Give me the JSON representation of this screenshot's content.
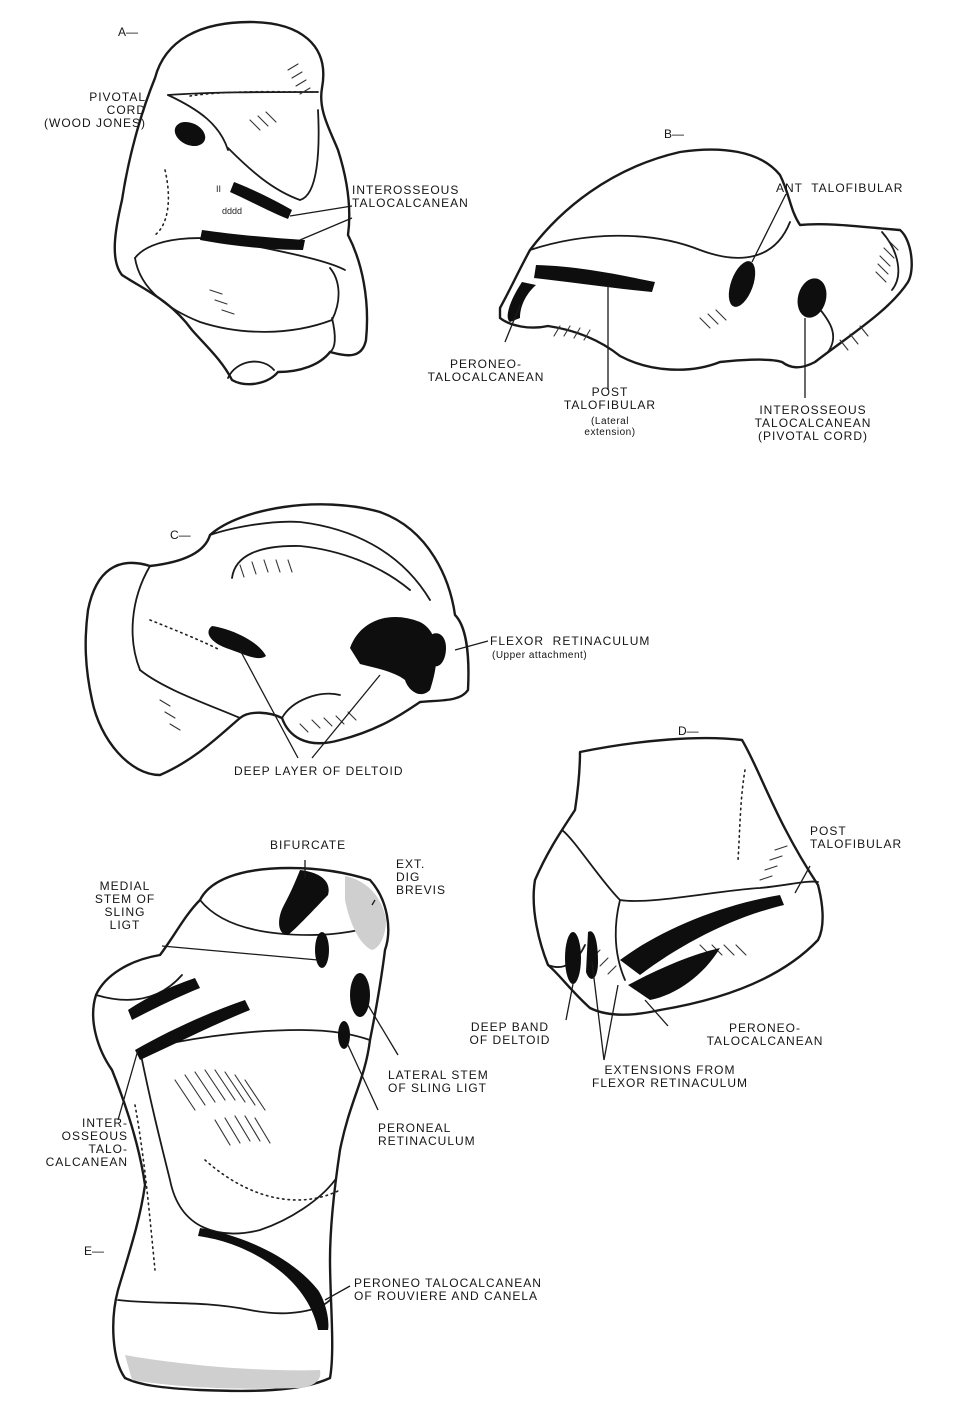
{
  "panels": [
    {
      "id": "A",
      "label": "A—"
    },
    {
      "id": "B",
      "label": "B—"
    },
    {
      "id": "C",
      "label": "C—"
    },
    {
      "id": "D",
      "label": "D—"
    },
    {
      "id": "E",
      "label": "E—"
    }
  ],
  "labels": {
    "pivotal_cord": "PIVOTAL\nCORD\n(WOOD JONES)",
    "a_interosseous": "INTEROSSEOUS\nTALOCALCANEAN",
    "ant_talofibular": "ANT  TALOFIBULAR",
    "peroneo_b": "PERONEO-\nTALOCALCANEAN",
    "post_talofibular_b": "POST\nTALOFIBULAR",
    "post_talofibular_b_note": "(Lateral\nextension)",
    "b_interosseous": "INTEROSSEOUS\nTALOCALCANEAN\n(PIVOTAL CORD)",
    "flexor_retinaculum": "FLEXOR  RETINACULUM",
    "flexor_retinaculum_note": "(Upper attachment)",
    "deep_layer_deltoid": "DEEP LAYER OF DELTOID",
    "post_talofibular_d": "POST\nTALOFIBULAR",
    "deep_band_deltoid": "DEEP BAND\nOF DELTOID",
    "peroneo_d": "PERONEO-\nTALOCALCANEAN",
    "extensions_flexor": "EXTENSIONS FROM\nFLEXOR RETINACULUM",
    "bifurcate": "BIFURCATE",
    "ext_dig_brevis": "EXT.\nDIG\nBREVIS",
    "medial_stem": "MEDIAL\nSTEM OF\nSLING\nLIGT",
    "lateral_stem": "LATERAL STEM\nOF SLING LIGT",
    "peroneal_retinaculum": "PERONEAL\nRETINACULUM",
    "e_interosseous": "INTER-\nOSSEOUS\nTALO-\nCALCANEAN",
    "peroneo_rouviere": "PERONEO TALOCALCANEAN\nOF ROUVIERE AND CANELA"
  }
}
